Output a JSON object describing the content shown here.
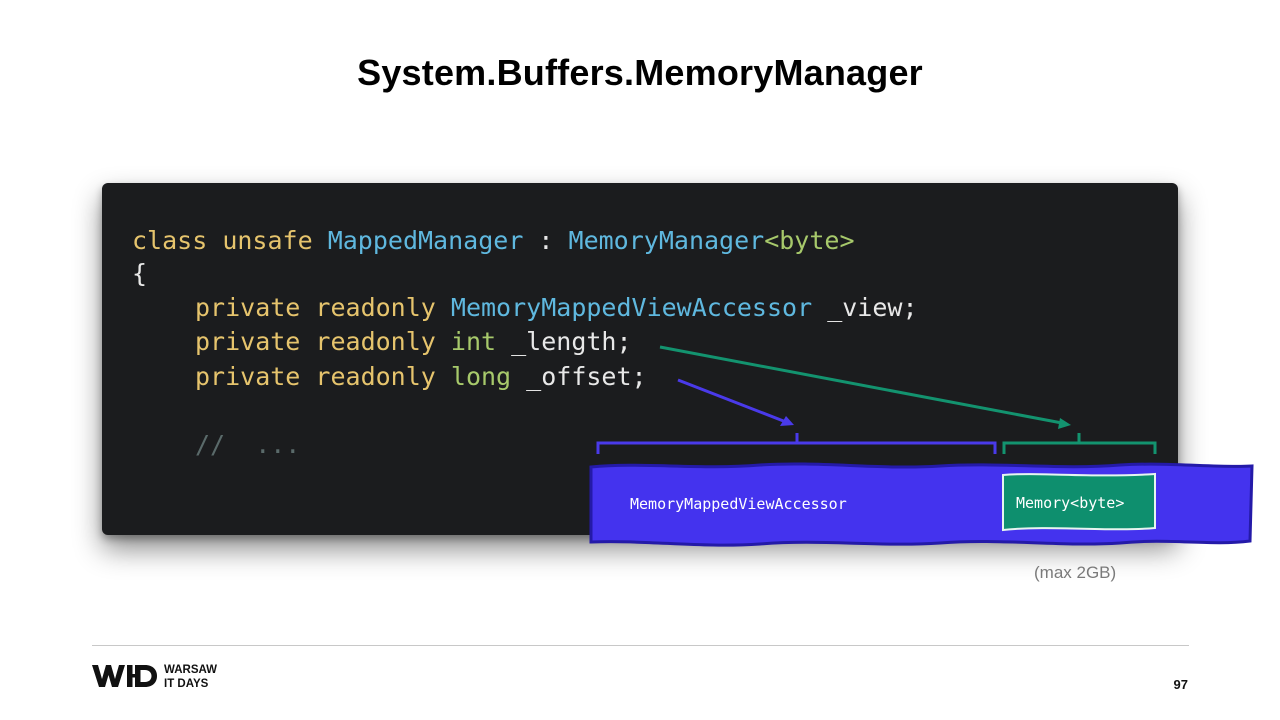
{
  "slide": {
    "title": "System.Buffers.MemoryManager",
    "page_number": "97"
  },
  "code": {
    "line1": {
      "kw1": "class",
      "kw2": "unsafe",
      "name": "MappedManager",
      "sep": " : ",
      "base": "MemoryManager",
      "generic": "<byte>"
    },
    "line2": {
      "brace": "{"
    },
    "line3": {
      "mod1": "private",
      "mod2": "readonly",
      "type": "MemoryMappedViewAccessor",
      "field": " _view;"
    },
    "line4": {
      "mod1": "private",
      "mod2": "readonly",
      "type": "int",
      "field": " _length;"
    },
    "line5": {
      "mod1": "private",
      "mod2": "readonly",
      "type": "long",
      "field": " _offset;"
    },
    "line6": {
      "comment": "//  ..."
    }
  },
  "diagram": {
    "accessor_label": "MemoryMappedViewAccessor",
    "memory_label": "Memory<byte>",
    "max_note": "(max 2GB)",
    "colors": {
      "blue": "#4433ee",
      "green": "#0e8f6e",
      "arrow_blue": "#4a3aea",
      "arrow_green": "#13936f"
    }
  },
  "footer": {
    "logo_text_line1": "WARSAW",
    "logo_text_line2": "IT DAYS"
  }
}
